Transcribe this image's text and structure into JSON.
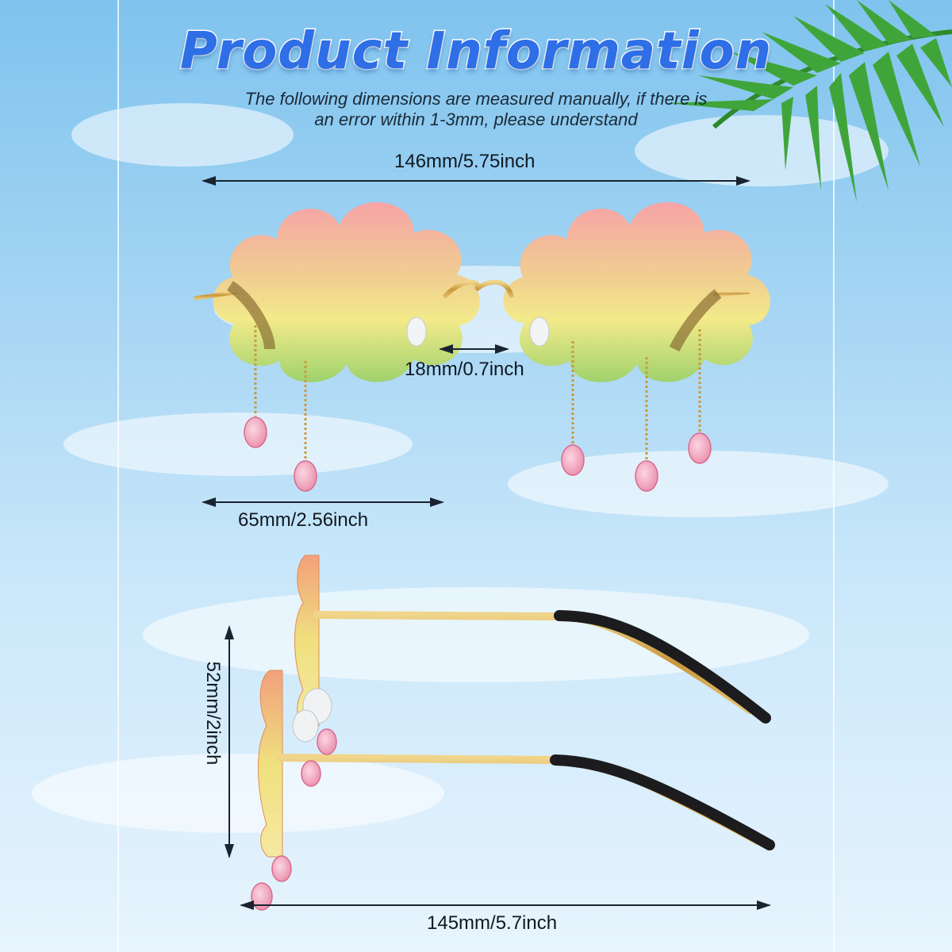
{
  "header": {
    "title": "Product Information",
    "subtitle_line1": "The following dimensions are measured manually, if there is",
    "subtitle_line2": "an error within 1-3mm, please understand"
  },
  "dimensions": {
    "total_width": "146mm/5.75inch",
    "bridge": "18mm/0.7inch",
    "lens_width": "65mm/2.56inch",
    "lens_height": "52mm/2inch",
    "temple_length": "145mm/5.7inch"
  },
  "colors": {
    "title": "#2e6ee6",
    "lens_top": "#f6a3a6",
    "lens_mid": "#f3ea8a",
    "lens_bottom": "#9fd26d",
    "frame_gold": "#d8ab4e",
    "drop_pink": "#f3a3bd"
  }
}
